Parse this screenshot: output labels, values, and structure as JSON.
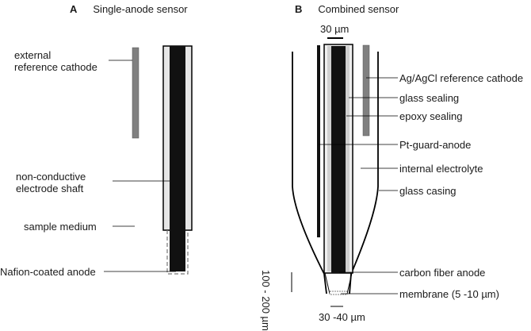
{
  "panel_a": {
    "letter": "A",
    "title": "Single-anode sensor",
    "labels": {
      "external_reference_cathode": [
        "external",
        "reference cathode"
      ],
      "electrode_shaft": [
        "non-conductive",
        "electrode shaft"
      ],
      "sample_medium": "sample medium",
      "nafion_anode": "Nafion-coated anode"
    }
  },
  "panel_b": {
    "letter": "B",
    "title": "Combined sensor",
    "labels": {
      "agagcl_cathode": "Ag/AgCl reference cathode",
      "glass_sealing": "glass sealing",
      "epoxy_sealing": "epoxy sealing",
      "pt_guard_anode": "Pt-guard-anode",
      "internal_electrolyte": "internal electrolyte",
      "glass_casing": "glass casing",
      "carbon_fiber_anode": "carbon fiber anode",
      "membrane": "membrane (5 -10 µm)"
    },
    "dimensions": {
      "top_width": "30 µm",
      "tip_length": "100 - 200 µm",
      "tip_width": "30 -40 µm"
    }
  },
  "colors": {
    "electrode_core": "#111111",
    "reference_cathode": "#808080",
    "sealing": "#d9d9d9",
    "outline": "#000000"
  }
}
